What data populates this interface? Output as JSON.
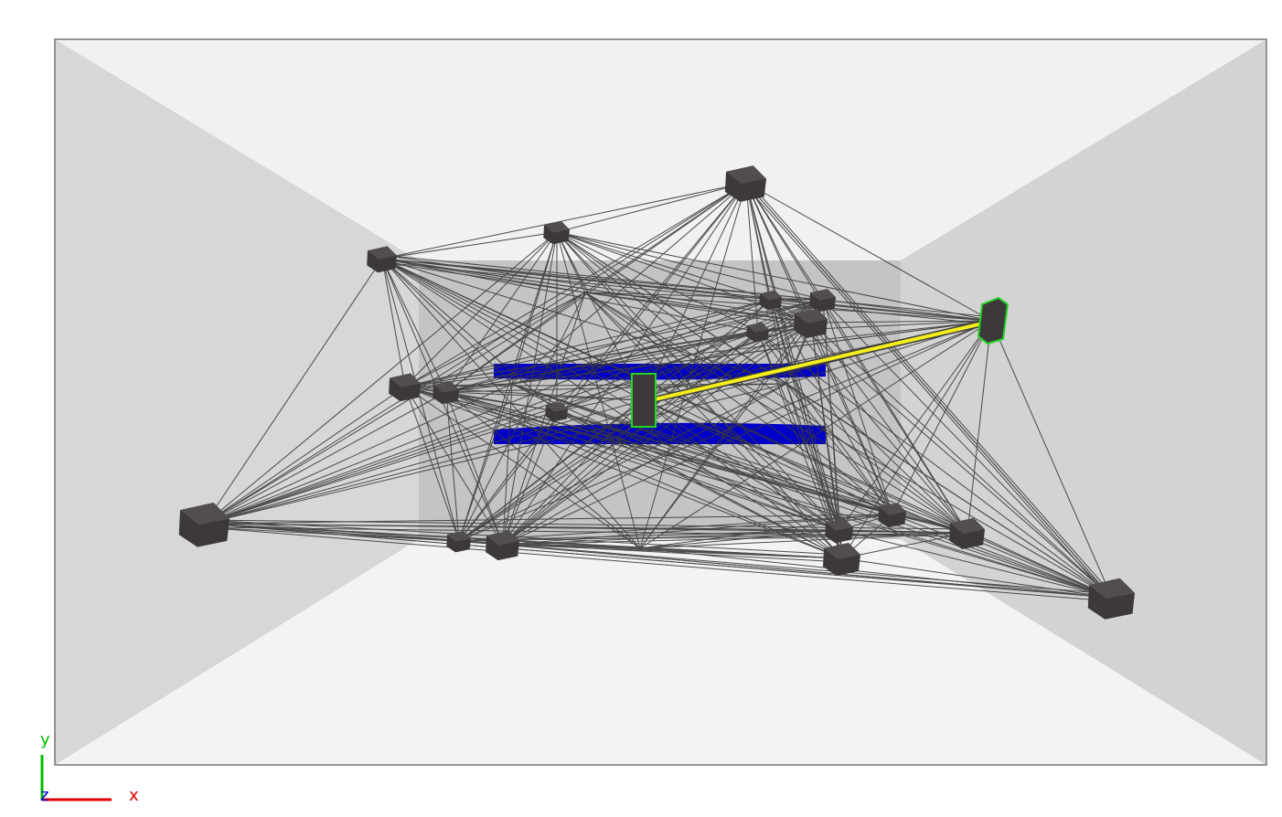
{
  "scene": {
    "colors": {
      "background": "#ffffff",
      "room_ceiling": "#f1f1f1",
      "room_floor": "#f3f3f3",
      "room_side_walls": "#d5d5d5",
      "back_wall": "#c4c4c4",
      "room_edge": "#777777",
      "cable": "#3a3a3a",
      "node": "#3c383b",
      "node_top": "#5a5558",
      "plate": "#0000c8",
      "highlight_cable": "#f4ee1e",
      "highlight_outline": "#21d421"
    },
    "node_count": 24,
    "highlighted_node_count": 2,
    "highlighted_cable_count": 1
  },
  "axes": {
    "x_label": "x",
    "y_label": "y",
    "z_label": "z",
    "x_color": "#e00000",
    "y_color": "#00c000",
    "z_color": "#0000e0"
  }
}
